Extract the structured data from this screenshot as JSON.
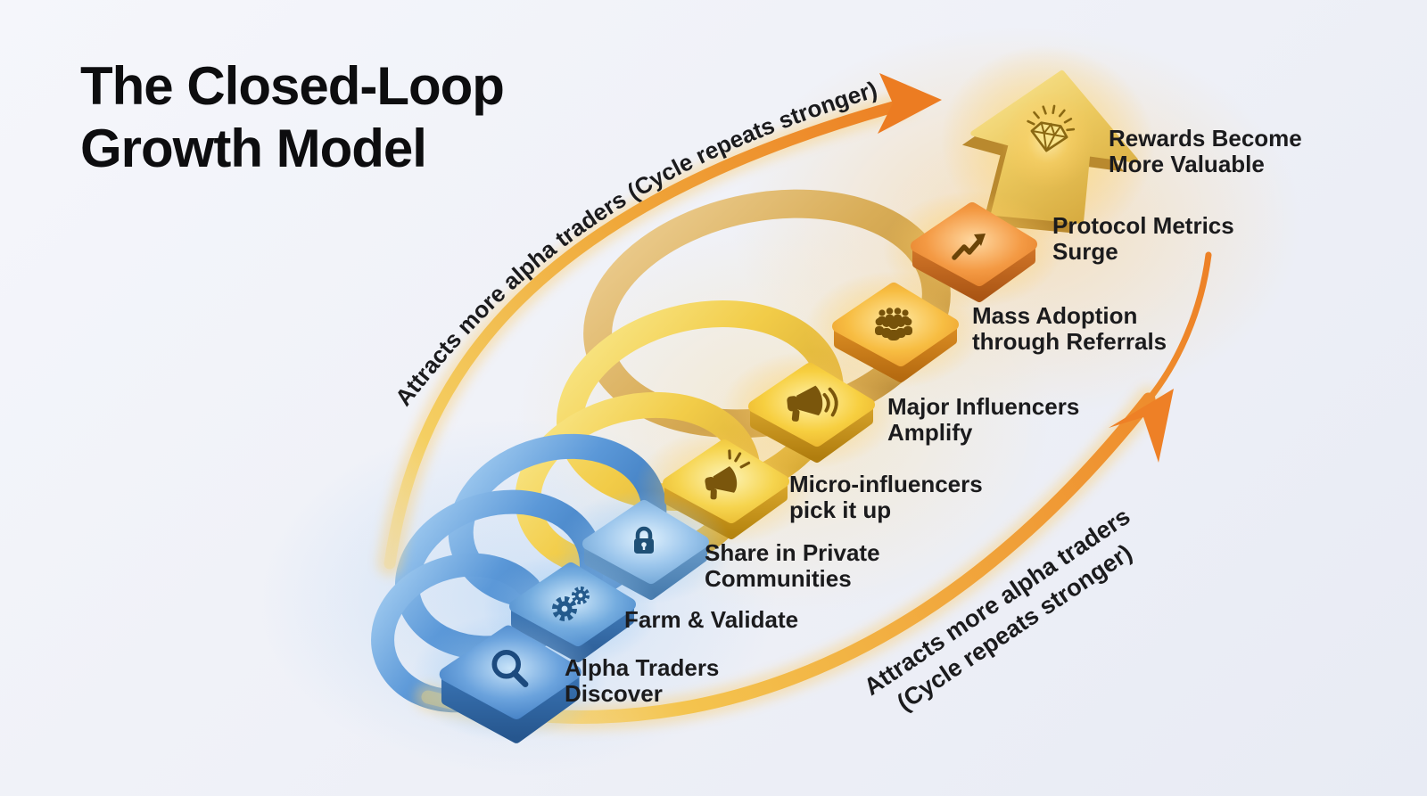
{
  "title": "The Closed-Loop\nGrowth Model",
  "background_color": "#eef0f7",
  "cycle_arrows": {
    "top": {
      "label": "Attracts more alpha traders (Cycle repeats stronger)",
      "color_start": "#f4cd58",
      "color_end": "#ec7c22"
    },
    "bottom": {
      "label_line1": "Attracts more alpha traders",
      "label_line2": "(Cycle repeats stronger)",
      "color_start": "#f4c44e",
      "color_end": "#ed8126"
    }
  },
  "spiral": {
    "low_color": "#4c8ed2",
    "mid_color": "#f2cc48",
    "high_color": "#d8ac56"
  },
  "steps": [
    {
      "label": "Alpha Traders\nDiscover",
      "icon": "magnifier-icon",
      "tile_color": "#4a86cc"
    },
    {
      "label": "Farm & Validate",
      "icon": "gears-icon",
      "tile_color": "#4f8cd1"
    },
    {
      "label": "Share in Private\nCommunities",
      "icon": "lock-icon",
      "tile_color": "#7fb6e4"
    },
    {
      "label": "Micro-influencers\npick it up",
      "icon": "megaphone-icon",
      "tile_color": "#f2cf45"
    },
    {
      "label": "Major Influencers\nAmplify",
      "icon": "megaphone-loud-icon",
      "tile_color": "#f4c93f"
    },
    {
      "label": "Mass Adoption\nthrough Referrals",
      "icon": "crowd-icon",
      "tile_color": "#f6b93c"
    },
    {
      "label": "Protocol Metrics\nSurge",
      "icon": "surge-arrow-icon",
      "tile_color": "#f2973c"
    },
    {
      "label": "Rewards Become\nMore Valuable",
      "icon": "diamond-icon",
      "tile_color": "#e9c45a"
    }
  ]
}
